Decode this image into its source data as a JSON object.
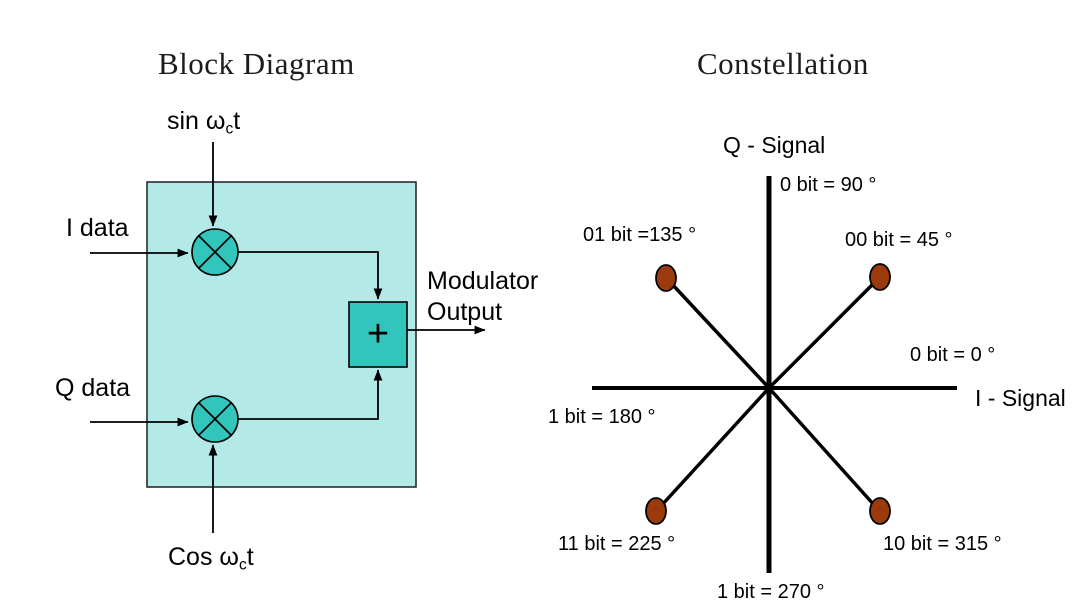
{
  "block_diagram": {
    "title": "Block Diagram",
    "carrier_sin": {
      "main": "sin ω",
      "sub": "c",
      "tail": "t"
    },
    "carrier_cos": {
      "main": "Cos ω",
      "sub": "c",
      "tail": "t"
    },
    "input_i": "I data",
    "input_q": "Q data",
    "summer_symbol": "+",
    "output_label_line1": "Modulator",
    "output_label_line2": "Output",
    "colors": {
      "panel_fill": "#B3E9E6",
      "node_fill": "#31C5BB",
      "outline": "#000000"
    }
  },
  "constellation": {
    "title": "Constellation",
    "q_axis_label": "Q - Signal",
    "i_axis_label": "I - Signal",
    "labels": {
      "deg90": "0 bit = 90 °",
      "deg135": "01 bit =135 °",
      "deg45": "00 bit = 45 °",
      "deg0": "0 bit = 0 °",
      "deg180": "1 bit = 180 °",
      "deg225": "11 bit = 225 °",
      "deg315": "10 bit = 315 °",
      "deg270": "1 bit = 270 °"
    },
    "points": [
      {
        "bits": "00",
        "angle_deg": 45
      },
      {
        "bits": "01",
        "angle_deg": 135
      },
      {
        "bits": "11",
        "angle_deg": 225
      },
      {
        "bits": "10",
        "angle_deg": 315
      }
    ],
    "colors": {
      "point_fill": "#9B3A0D",
      "axis": "#000000"
    }
  }
}
